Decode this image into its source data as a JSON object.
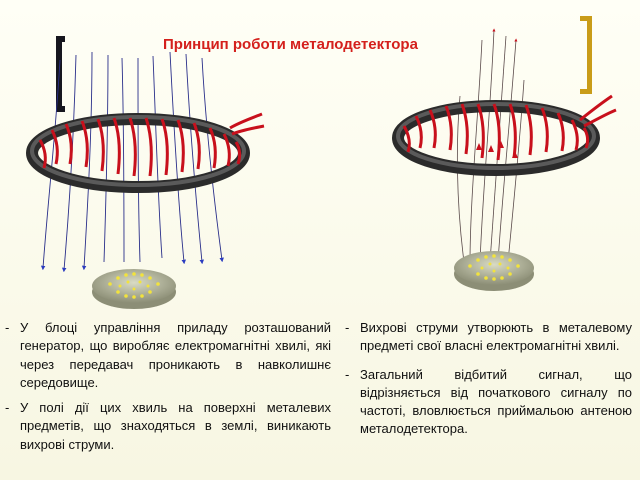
{
  "slide": {
    "title": "Принцип роботи металодетектора",
    "left_text": [
      {
        "dash": "-",
        "text": "У блоці управління приладу розташований генератор, що виробляє електромагнітні хвилі, які через передавач проникають в навколишнє середовище."
      },
      {
        "dash": "-",
        "text": "У полі дії цих хвиль на поверхні металевих предметів, що знаходяться в землі, виникають вихрові струми."
      }
    ],
    "right_text": [
      {
        "dash": "-",
        "text": "Вихрові струми утворюють в металевому предметі свої власні електромагнітні хвилі."
      },
      {
        "dash": "-",
        "text": "Загальний відбитий сигнал, що відрізняється від початкового сигналу по частоті, вловлюється приймальою антеною металодетектора."
      }
    ]
  },
  "colors": {
    "title": "#d4201c",
    "coil_core": "#3a3a3a",
    "coil_wire": "#c8101c",
    "field_lines": "#2a2f8a",
    "coin": "#b9bb9c",
    "coin_dots": "#f2e33c",
    "bracket_left": "#16161e",
    "bracket_right": "#c99c18"
  },
  "icons": [
    "search-coil-left",
    "search-coil-right",
    "coin-left",
    "coin-right"
  ]
}
